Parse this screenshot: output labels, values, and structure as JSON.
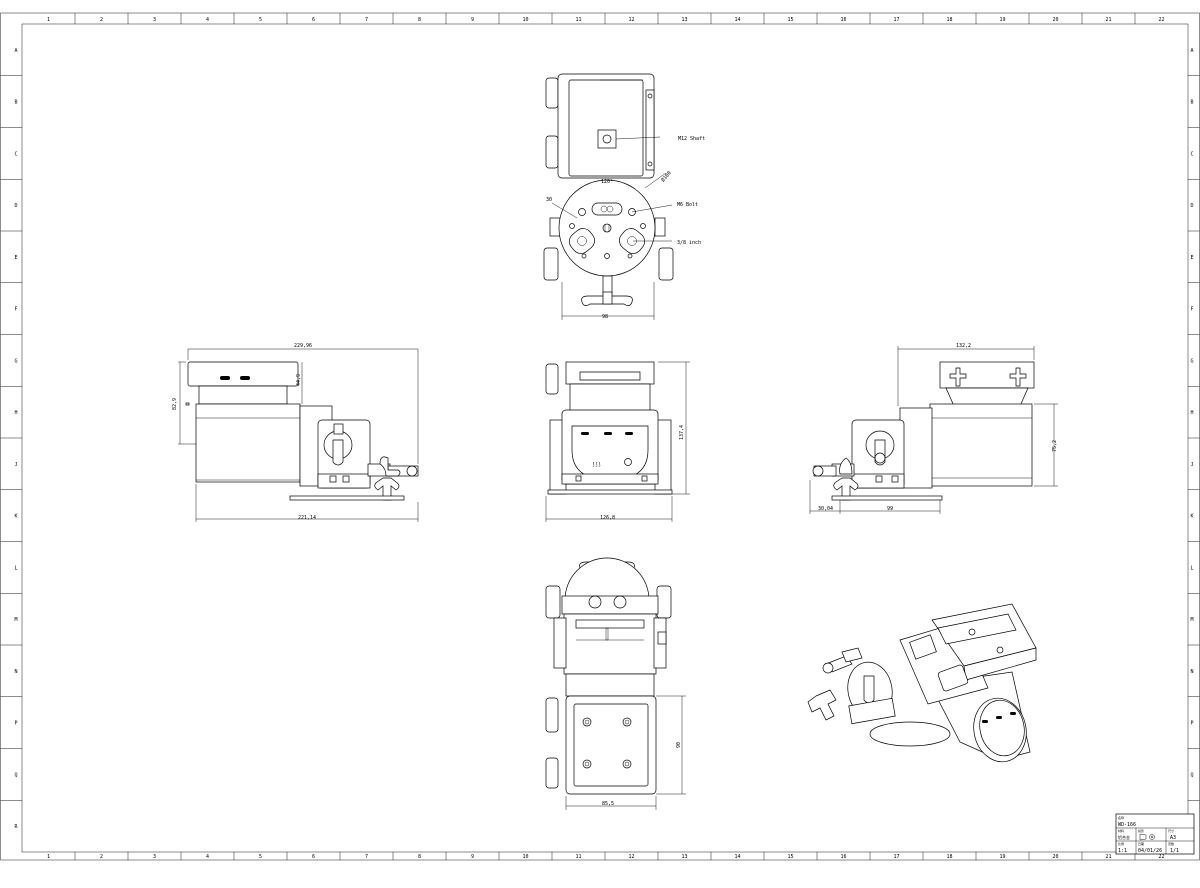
{
  "sheet": {
    "column_labels": [
      "1",
      "2",
      "3",
      "4",
      "5",
      "6",
      "7",
      "8",
      "9",
      "10",
      "11",
      "12",
      "13",
      "14",
      "15",
      "16",
      "17",
      "18",
      "19",
      "20",
      "21",
      "22"
    ],
    "row_labels": [
      "A",
      "B",
      "C",
      "D",
      "E",
      "F",
      "G",
      "H",
      "J",
      "K",
      "L",
      "M",
      "N",
      "P",
      "Q",
      "R"
    ]
  },
  "top_view": {
    "callout_shaft": "M12 Shaft",
    "callout_bolt": "M6 Bolt",
    "callout_inch": "3/8 inch",
    "angle": "120°",
    "dia": "Ø100",
    "dim_30": "30",
    "dim_width": "98"
  },
  "left_view": {
    "dim_length": "229,96",
    "dim_height": "82,9",
    "dim_plate": "44,9",
    "dim_base": "221,14"
  },
  "front_view": {
    "dim_height": "137,4",
    "dim_width": "126,8"
  },
  "right_view": {
    "dim_top": "132,2",
    "dim_height": "75,2",
    "dim_knob": "30,04",
    "dim_base": "99"
  },
  "bottom_view": {
    "dim_height": "90",
    "dim_width": "85,5"
  },
  "title_block": {
    "part_no_label": "名称",
    "part_no": "WD-166",
    "material_label": "材料",
    "material": "铝合金",
    "proj_label": "投影",
    "size_label": "尺寸",
    "size": "A3",
    "scale_label": "比例",
    "scale": "1:1",
    "date_label": "日期",
    "date": "04/01/26",
    "sheet_label": "页数",
    "sheet": "1/1"
  }
}
